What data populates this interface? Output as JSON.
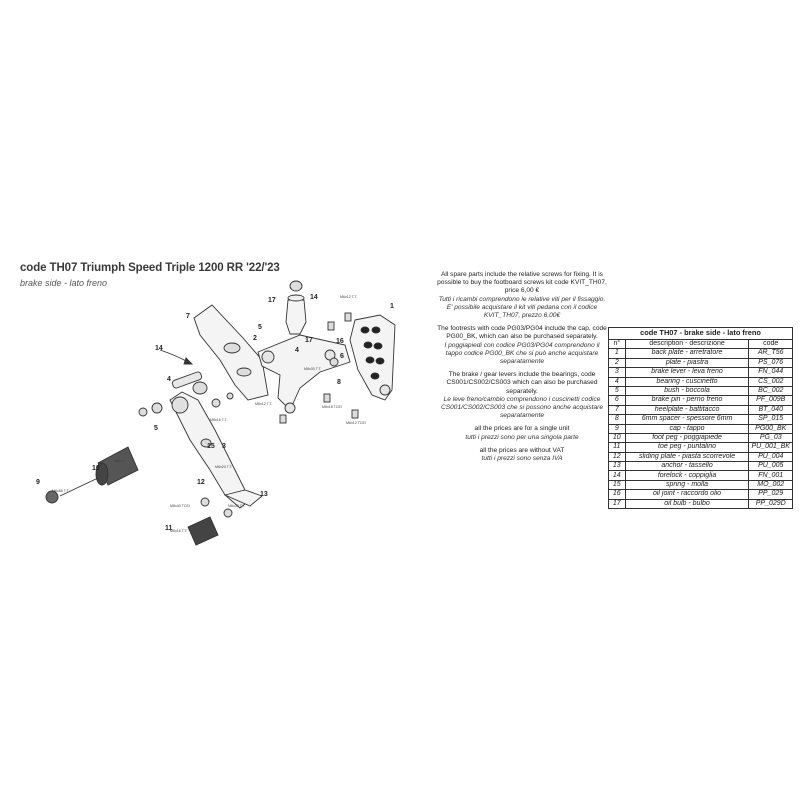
{
  "header": {
    "title": "code TH07 Triumph Speed Triple 1200 RR '22/'23",
    "subtitle": "brake side - lato freno"
  },
  "notes": [
    {
      "en": "All spare parts include the relative screws for fixing. It is possible to buy the footboard screws kit code KVIT_TH07, price 6,00 €",
      "it": "Tutti i ricambi comprendono le relative viti per il fissaggio. E' possibile acquistare il kit viti pedana con il codice KVIT_TH07, prezzo 6,00€"
    },
    {
      "en": "The footrests with code PG03/PG04 include the cap, code PG00_BK, which can also be purchased separately.",
      "it": "I poggiapiedi con codice PG03/PG04 comprendono il tappo codice PG00_BK che si può anche acquistare separatamente"
    },
    {
      "en": "The brake / gear levers include the bearings, code CS001/CS002/CS003 which can also be purchased separately.",
      "it": "Le leve freno/cambio comprendono i cuscinetti codice CS001/CS002/CS003 che si possono anche acquistare separatamente"
    },
    {
      "en": "all the prices are for a single unit",
      "it": "tutti i prezzi sono per una singola parte"
    },
    {
      "en": "all the prices are without VAT",
      "it": "tutti i prezzi sono senza IVA"
    }
  ],
  "table": {
    "title": "code TH07 - brake side - lato freno",
    "headers": [
      "n°",
      "description - descrizione",
      "code"
    ],
    "rows": [
      [
        "1",
        "back plate - arretratore",
        "AR_T56"
      ],
      [
        "2",
        "plate - piastra",
        "PS_076"
      ],
      [
        "3",
        "brake lever - leva freno",
        "FN_044"
      ],
      [
        "4",
        "bearing - cuscinetto",
        "CS_002"
      ],
      [
        "5",
        "bush - boccola",
        "BC_002"
      ],
      [
        "6",
        "brake pin - perno freno",
        "PF_009B"
      ],
      [
        "7",
        "heelplate - battitacco",
        "BT_040"
      ],
      [
        "8",
        "6mm spacer - spessore 6mm",
        "SP_015"
      ],
      [
        "9",
        "cap - tappo",
        "PG00_BK"
      ],
      [
        "10",
        "foot peg - poggiapiede",
        "PG_03"
      ],
      [
        "11",
        "toe peg - puntalino",
        "PU_001_BK"
      ],
      [
        "12",
        "sliding plate - piasta scorrevole",
        "PU_004"
      ],
      [
        "13",
        "anchor - tassello",
        "PU_005"
      ],
      [
        "14",
        "forelock - coppiglia",
        "FN_001"
      ],
      [
        "15",
        "spring - molla",
        "MO_002"
      ],
      [
        "16",
        "oil joint - raccordo olio",
        "PP_029"
      ],
      [
        "17",
        "oil bulb - bulbo",
        "PP_029D"
      ]
    ]
  },
  "diagram": {
    "callouts": [
      "1",
      "2",
      "3",
      "4",
      "5",
      "6",
      "7",
      "8",
      "9",
      "10",
      "11",
      "12",
      "13",
      "14",
      "15",
      "16",
      "17",
      "14",
      "17",
      "4",
      "5"
    ],
    "screw_labels": [
      "M6x12 T.T.",
      "M6x12 T.T.",
      "M6x16 TCEI",
      "M6x12 TCEI",
      "M6x16 T.T.",
      "M6x16 T.T.",
      "M6x30 T.T.",
      "M6x65 T.T.",
      "M8x40 TCEI",
      "M8x30 T.T.",
      "M6x20 T.T.",
      "ø8mm"
    ]
  }
}
